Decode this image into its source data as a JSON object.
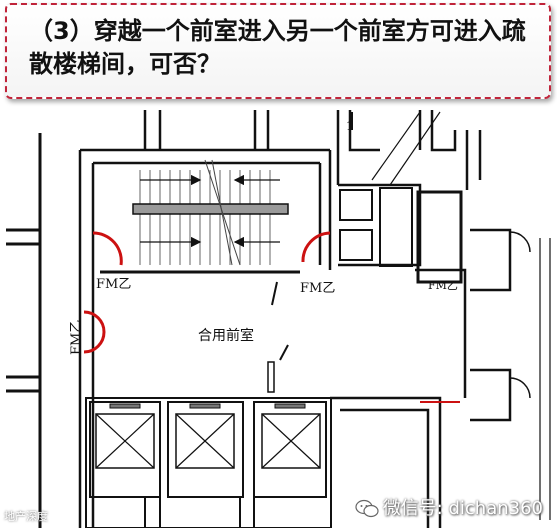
{
  "title": {
    "line1": "（3）穿越一个前室进入另一个前室方可进入疏",
    "line2": "散楼梯间，可否？"
  },
  "plan": {
    "door_label_left": "FM乙",
    "door_label_right": "FM乙",
    "door_label_vertical": "FM乙",
    "door_label_far_right": "FM乙",
    "room_label": "合用前室",
    "stair_number": "1"
  },
  "watermark": {
    "icon": "wechat-icon",
    "text": "微信号: dichan360",
    "corner_text": "地产深度"
  },
  "colors": {
    "border": "#c0243a",
    "door_arc": "#cc1111",
    "wall": "#111111"
  }
}
